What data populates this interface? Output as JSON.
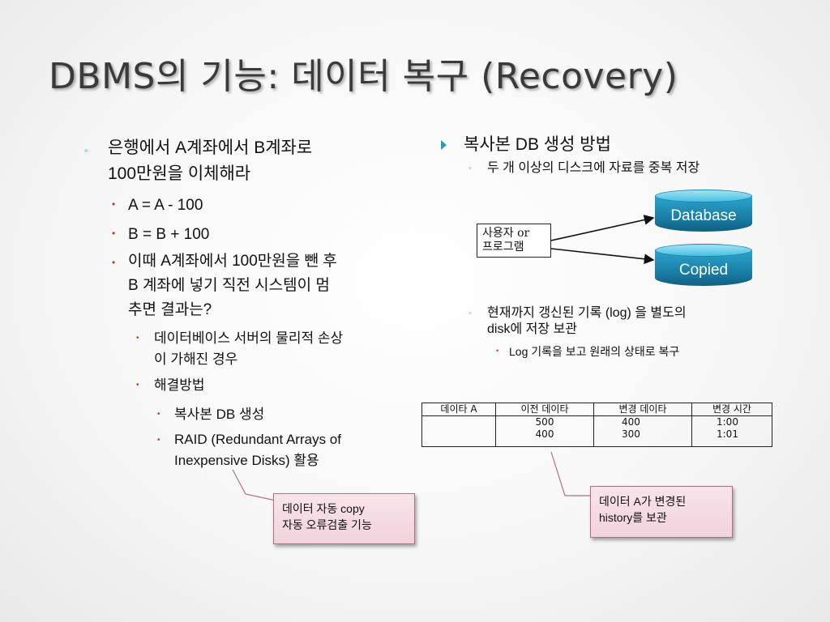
{
  "title": "DBMS의 기능: 데이터 복구 (Recovery)",
  "left": {
    "bullet1_line1": "은행에서 A계좌에서 B계좌로",
    "bullet1_line2": "100만원을 이체해라",
    "sub1": "A = A - 100",
    "sub2": "B = B + 100",
    "sub3_line1": "이때 A계좌에서 100만원을 뺀 후",
    "sub3_line2": "B 계좌에 넣기 직전 시스템이 멈",
    "sub3_line3": "추면 결과는?",
    "sub3a_line1": "데이터베이스 서버의 물리적 손상",
    "sub3a_line2": "이 가해진 경우",
    "sub3b": "해결방법",
    "sub3b1": "복사본 DB 생성",
    "sub3b2_line1": "RAID (Redundant Arrays of",
    "sub3b2_line2": "Inexpensive Disks) 활용"
  },
  "right": {
    "heading": "복사본 DB 생성 방법",
    "point1": "두 개 이상의 디스크에 자료를 중복 저장",
    "client_line1": "사용자 or",
    "client_line2": "프로그램",
    "db1_label": "Database",
    "db2_label": "Copied",
    "point2_line1": "현재까지 갱신된 기록 (log) 을 별도의",
    "point2_line2": "disk에 저장 보관",
    "point2a": "Log 기록을 보고 원래의 상태로 복구"
  },
  "log_table": {
    "headers": [
      "데이타 A",
      "이전 데이타",
      "변경 데이타",
      "변경 시간"
    ],
    "rows": [
      [
        "",
        "500",
        "400",
        "1:00"
      ],
      [
        "",
        "400",
        "300",
        "1:01"
      ]
    ]
  },
  "callouts": {
    "left_line1": "데이터 자동 copy",
    "left_line2": "자동 오류검출 기능",
    "right_line1": "데이터 A가 변경된",
    "right_line2": "history를 보관"
  },
  "colors": {
    "accent": "#2a9bb8",
    "bullet_red": "#c0392b",
    "callout_bg": "#f2d2dc"
  }
}
